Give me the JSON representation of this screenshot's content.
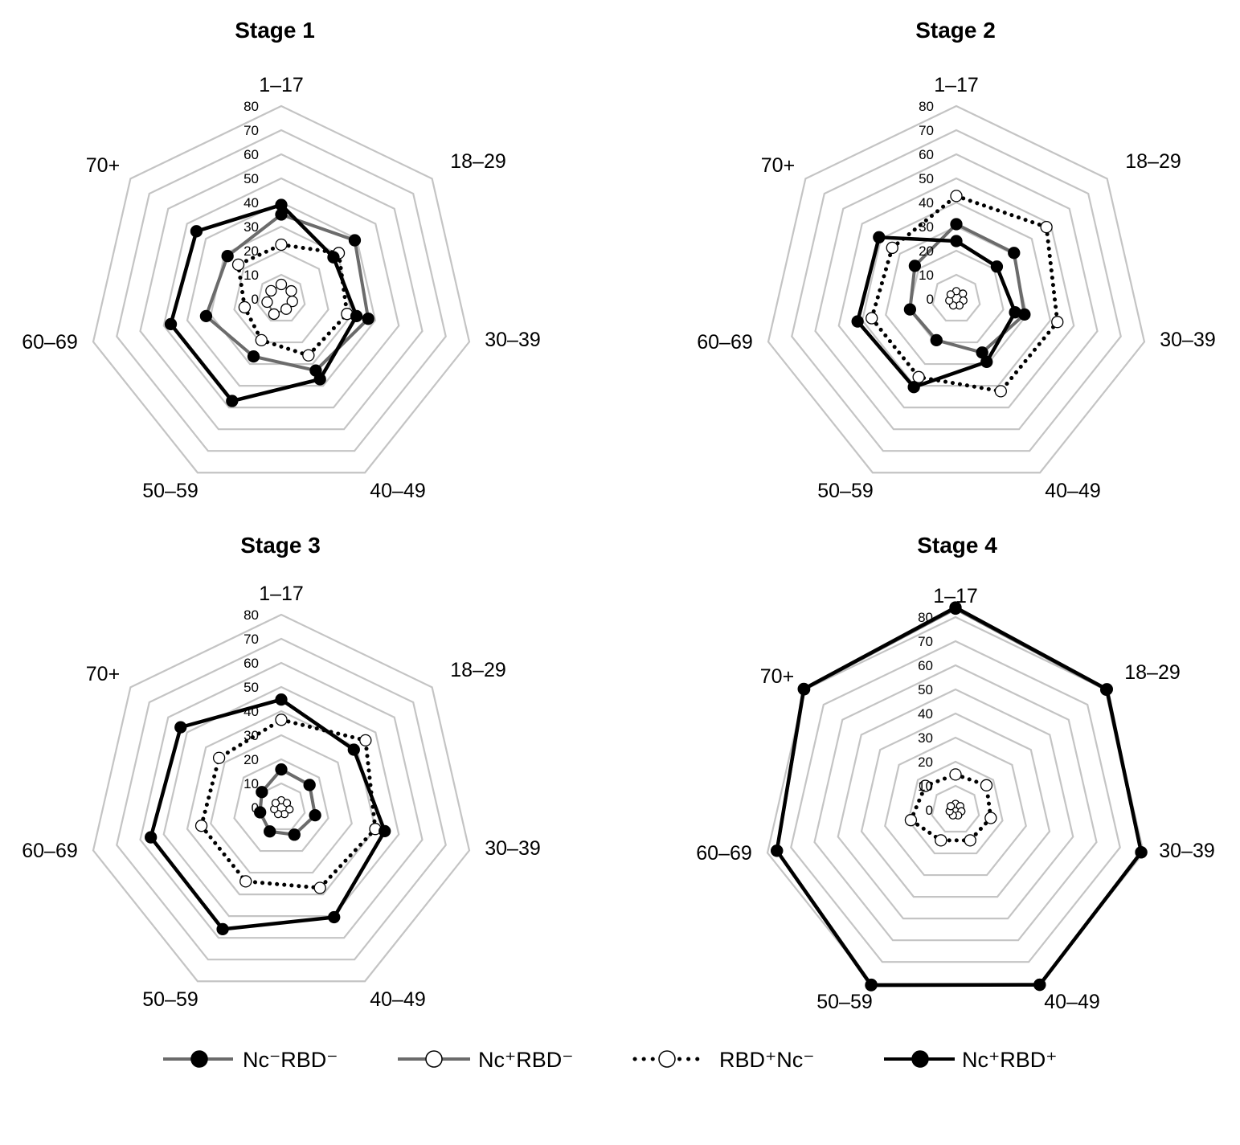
{
  "chart_data": {
    "type": "radar",
    "axes": [
      "1–17",
      "18–29",
      "30–39",
      "40–49",
      "50–59",
      "60–69",
      "70+"
    ],
    "radial_ticks": [
      "0",
      "10",
      "20",
      "30",
      "40",
      "50",
      "60",
      "70",
      "80"
    ],
    "rlim": [
      0,
      80
    ],
    "legend": {
      "placement": "bottom",
      "entries": [
        {
          "key": "nc_neg_rbd_neg",
          "label": "Nc⁻RBD⁻"
        },
        {
          "key": "nc_pos_rbd_neg",
          "label": "Nc⁺RBD⁻"
        },
        {
          "key": "rbd_pos_nc_neg",
          "label": "RBD⁺Nc⁻"
        },
        {
          "key": "nc_pos_rbd_pos",
          "label": "Nc⁺RBD⁺"
        }
      ]
    },
    "series_styles": {
      "nc_neg_rbd_neg": {
        "color": "#6b6b6b",
        "line": "solid",
        "marker": "filled"
      },
      "nc_pos_rbd_neg": {
        "color": "#6b6b6b",
        "line": "solid-thin",
        "marker": "open"
      },
      "rbd_pos_nc_neg": {
        "color": "#000000",
        "line": "dotted",
        "marker": "open"
      },
      "nc_pos_rbd_pos": {
        "color": "#000000",
        "line": "solid-thick",
        "marker": "filled"
      }
    },
    "grid_color": "#c4c4c4",
    "panels": [
      {
        "title": "Stage 1",
        "series": {
          "nc_neg_rbd_neg": [
            35,
            39,
            37,
            33,
            26.5,
            32,
            28.5
          ],
          "nc_pos_rbd_neg": [
            6,
            5.3,
            4.7,
            4.7,
            7,
            6,
            5.4
          ],
          "rbd_pos_nc_neg": [
            22.5,
            30.5,
            28,
            26,
            19,
            15.6,
            22.8
          ],
          "nc_pos_rbd_pos": [
            39,
            27.7,
            32,
            37,
            47,
            47,
            45
          ]
        }
      },
      {
        "title": "Stage 2",
        "series": {
          "nc_neg_rbd_neg": [
            31,
            30.6,
            29,
            24.7,
            19,
            19.7,
            22
          ],
          "nc_pos_rbd_neg": [
            3.2,
            3.5,
            3,
            3,
            3,
            3,
            3
          ],
          "rbd_pos_nc_neg": [
            42.7,
            47.8,
            43,
            42.5,
            36,
            36,
            34
          ],
          "nc_pos_rbd_pos": [
            24,
            21.5,
            25,
            29,
            40.6,
            42,
            41
          ]
        }
      },
      {
        "title": "Stage 3",
        "series": {
          "nc_neg_rbd_neg": [
            15.8,
            15,
            14.4,
            12.5,
            11,
            9,
            10.3
          ],
          "nc_pos_rbd_neg": [
            3,
            3,
            3.5,
            3,
            3,
            3,
            3
          ],
          "rbd_pos_nc_neg": [
            36.4,
            44.7,
            40,
            37,
            34,
            34,
            33
          ],
          "nc_pos_rbd_pos": [
            44.8,
            38.5,
            44,
            50.5,
            56,
            55.5,
            53.4
          ]
        }
      },
      {
        "title": "Stage 4",
        "series": {
          "nc_neg_rbd_neg": [
            83.5,
            80,
            79,
            80.5,
            80.5,
            76,
            80.3
          ],
          "nc_pos_rbd_neg": [
            2.5,
            2.5,
            2.5,
            2.5,
            2.5,
            2.5,
            2.5
          ],
          "rbd_pos_nc_neg": [
            14.7,
            16.4,
            15,
            14,
            14,
            19,
            16
          ],
          "nc_pos_rbd_pos": [
            84,
            80.3,
            79,
            80.5,
            80.7,
            76,
            80.5
          ]
        }
      }
    ]
  }
}
